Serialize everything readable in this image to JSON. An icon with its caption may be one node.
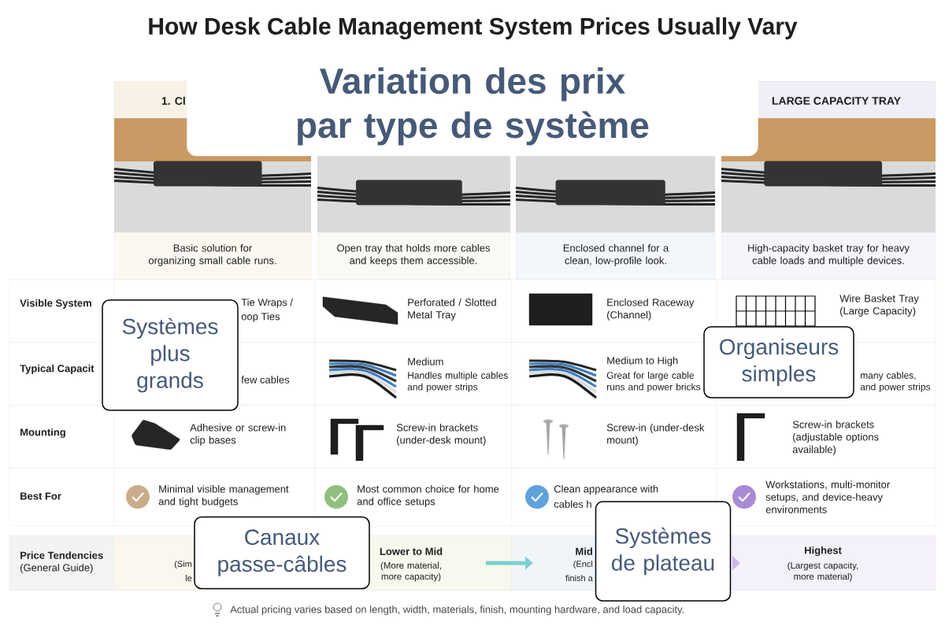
{
  "diagram": {
    "title": "How Desk Cable Management System Prices Usually Vary",
    "caption": "Actual pricing varies based on length, width, materials, finish, mounting hardware, and load capacity.",
    "nodes": [
      {
        "text": [
          "Variation des prix par type de système"
        ]
      },
      {
        "text": [
          "Systèmes plus grands"
        ]
      },
      {
        "text": [
          "Organiseurs simples"
        ]
      },
      {
        "text": [
          "Canaux passe-câbles"
        ]
      },
      {
        "text": [
          "Systèmes de plateau"
        ]
      }
    ],
    "labels": [
      "1. Cl",
      "LARGE CAPACITY TRAY",
      "Basic solution for organizing small cable runs.",
      "Open tray that holds more cables and keeps them accessible.",
      "Enclosed channel for a clean, low-profile look.",
      "High-capacity basket tray for heavy cable loads and multiple devices.",
      "Visible System",
      "Tie Wraps /",
      "oop Ties",
      "Perforated / Slotted Metal Tray",
      "Enclosed Raceway (Channel)",
      "Wire Basket Tray (Large Capacity)",
      "Typical Capacit",
      "few cables",
      "Medium",
      "Handles multiple cables and power strips",
      "Medium to High",
      "Great for large cable runs and power bricks",
      "many cables, and power strips",
      "Mounting",
      "Adhesive or screw-in clip bases",
      "Screw-in brackets (under-desk mount)",
      "Screw-in (under-desk mount)",
      "Screw-in brackets (adjustable options available)",
      "Best For",
      "Minimal visible management and tight budgets",
      "Most common choice for home and office setups",
      "Clean appearance with",
      "cables h",
      "Workstations, multi-monitor setups, and device-heavy environments",
      "Price Tendencies",
      "(General Guide)",
      "(Sim",
      "le",
      "Lower to Mid",
      "(More material, more capacity)",
      "Mid",
      "(Encl",
      "finish a",
      "Highest",
      "(Largest capacity, more material)"
    ]
  }
}
